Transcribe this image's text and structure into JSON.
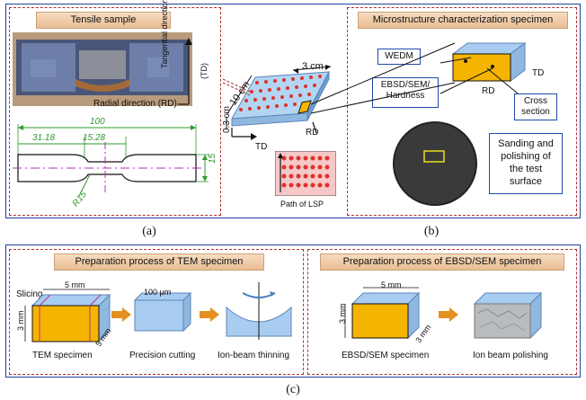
{
  "panels": {
    "a": {
      "title": "Tensile sample",
      "tangential_label": "Tangential direction",
      "td_label": "(TD)",
      "radial_label": "Radial direction (RD)",
      "dims": {
        "total": "100",
        "left": "31.18",
        "mid": "15.28",
        "radius": "R15",
        "height": "15"
      }
    },
    "center": {
      "width_label": "3 cm",
      "length_label": "10 cm",
      "thickness_label": "0.3 cm",
      "rd": "RD",
      "td": "TD",
      "lsp_label": "Path of LSP"
    },
    "b": {
      "title": "Microstructure characterization specimen",
      "wedm": "WEDM",
      "ebsd_lines": [
        "EBSD/SEM/",
        "Hardness"
      ],
      "td": "TD",
      "rd": "RD",
      "cross_lines": [
        "Cross",
        "section"
      ],
      "sanding_lines": [
        "Sanding and",
        "polishing of",
        "the test",
        "surface"
      ]
    },
    "c": {
      "tem": {
        "title": "Preparation process of TEM specimen",
        "slicing": "Slicing",
        "dim_w": "5 mm",
        "dim_h": "3 mm",
        "dim_d": "5 mm",
        "dim_thin": "100 μm",
        "step1": "TEM specimen",
        "step2": "Precision cutting",
        "step3": "Ion-beam thinning"
      },
      "ebsd": {
        "title": "Preparation process of EBSD/SEM  specimen",
        "dim_w": "5 mm",
        "dim_h": "3 mm",
        "dim_d": "3 mm",
        "step1": "EBSD/SEM  specimen",
        "step2": "Ion beam polishing"
      }
    }
  },
  "captions": {
    "a": "(a)",
    "b": "(b)",
    "c": "(c)"
  },
  "colors": {
    "frame": "#1f3f9f",
    "dash": "#b03030",
    "cube_face": "#f5b400",
    "cube_side": "#a8cdf0",
    "arrow": "#e39020",
    "dim_green": "#2f9a2f"
  }
}
